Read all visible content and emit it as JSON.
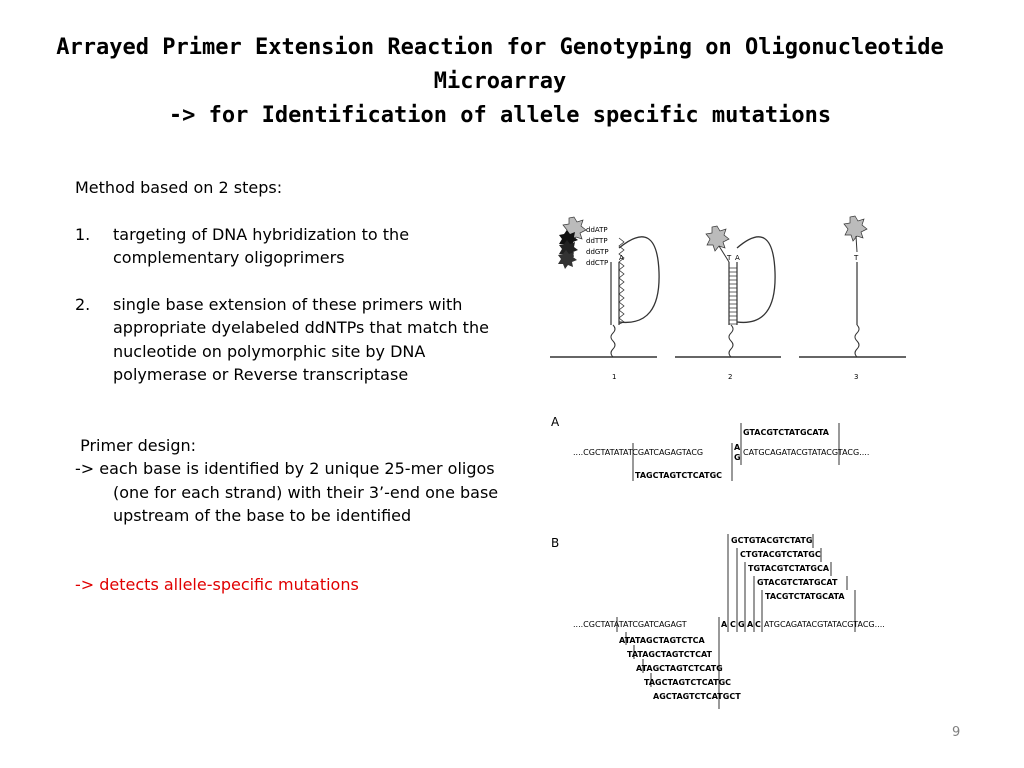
{
  "title": {
    "line1": "Arrayed Primer Extension Reaction for Genotyping on Oligonucleotide",
    "line2": "Microarray",
    "line3": "-> for Identification of allele specific mutations"
  },
  "body": {
    "intro": "Method based on 2 steps:",
    "step1_num": "1.",
    "step1_text": "targeting of DNA hybridization to the complementary oligoprimers",
    "step2_num": "2.",
    "step2_text": "single base extension of these primers with appropriate dyelabeled ddNTPs that match the nucleotide on polymorphic site by DNA polymerase or Reverse transcriptase",
    "primer_heading": " Primer design:",
    "primer_text": "-> each base is identified by 2 unique 25-mer oligos (one for each strand) with their 3’-end one base upstream of the base to be identified",
    "conclusion": "-> detects allele-specific mutations"
  },
  "figure": {
    "ddntp_labels": [
      "ddATP",
      "ddTTP",
      "ddGTP",
      "ddCTP"
    ],
    "panel_numbers": [
      "1",
      "2",
      "3"
    ],
    "panel_bases": {
      "p1": "A",
      "p2_left": "T",
      "p2_right": "A",
      "p3": "T"
    },
    "section_a": {
      "label": "A",
      "top_oligo": "GTACGTCTATGCATA",
      "seq_left": "....CGCTATATATCGATCAGAGTACG",
      "allele_top": "A",
      "allele_bottom": "G",
      "seq_right": "CATGCAGATACGTATACGTACG....",
      "bottom_oligo": "TAGCTAGTCTCATGC"
    },
    "section_b": {
      "label": "B",
      "top_oligos": [
        "GCTGTACGTCTATG",
        "CTGTACGTCTATGC",
        "TGTACGTCTATGCA",
        "GTACGTCTATGCAT",
        "TACGTCTATGCATA"
      ],
      "seq_left": "....CGCTATATATCGATCAGAGT",
      "seq_bases": [
        "A",
        "C",
        "G",
        "A",
        "C"
      ],
      "seq_right": "ATGCAGATACGTATACGTACG....",
      "bottom_oligos": [
        "ATATAGCTAGTCTCA",
        "TATAGCTAGTCTCAT",
        "ATAGCTAGTCTCATG",
        "TAGCTAGTCTCATGC",
        "AGCTAGTCTCATGCT"
      ]
    }
  },
  "page_number": "9"
}
